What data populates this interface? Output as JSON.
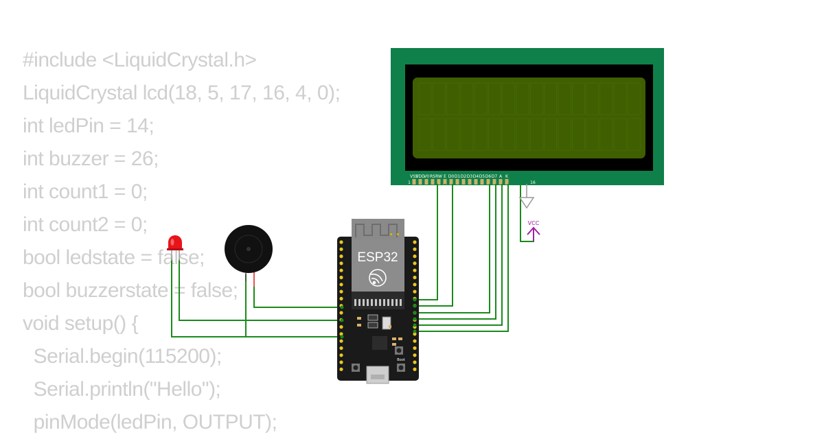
{
  "code_lines": [
    "#include <LiquidCrystal.h>",
    "LiquidCrystal lcd(18, 5, 17, 16, 4, 0);",
    "int ledPin = 14;",
    "int buzzer = 26;",
    "int count1 = 0;",
    "int count2 = 0;",
    "bool ledstate = false;",
    "bool buzzerstate = false;",
    "void setup() {",
    "  Serial.begin(115200);",
    "  Serial.println(\"Hello\");",
    "  pinMode(ledPin, OUTPUT);"
  ],
  "lcd": {
    "pin_labels": [
      "VSS",
      "VDD",
      "V0",
      "RS",
      "RW",
      "E",
      "D0",
      "D1",
      "D2",
      "D3",
      "D4",
      "D5",
      "D6",
      "D7",
      "A",
      "K"
    ],
    "first_pin_number": "1",
    "last_pin_number": "16",
    "colors": {
      "board": "#10804a",
      "bezel": "#000000",
      "screen": "#3f5f00"
    }
  },
  "esp32": {
    "module_label": "ESP32",
    "boot_label": "Boot",
    "colors": {
      "board": "#1a1a1a",
      "module": "#8c8c8c",
      "antenna": "#8a8a8a"
    }
  },
  "vcc_label": "VCC",
  "colors": {
    "wire": "#1a8a1a",
    "vcc": "#a020a0",
    "led": "#e8141a",
    "buzzer": "#111111"
  }
}
